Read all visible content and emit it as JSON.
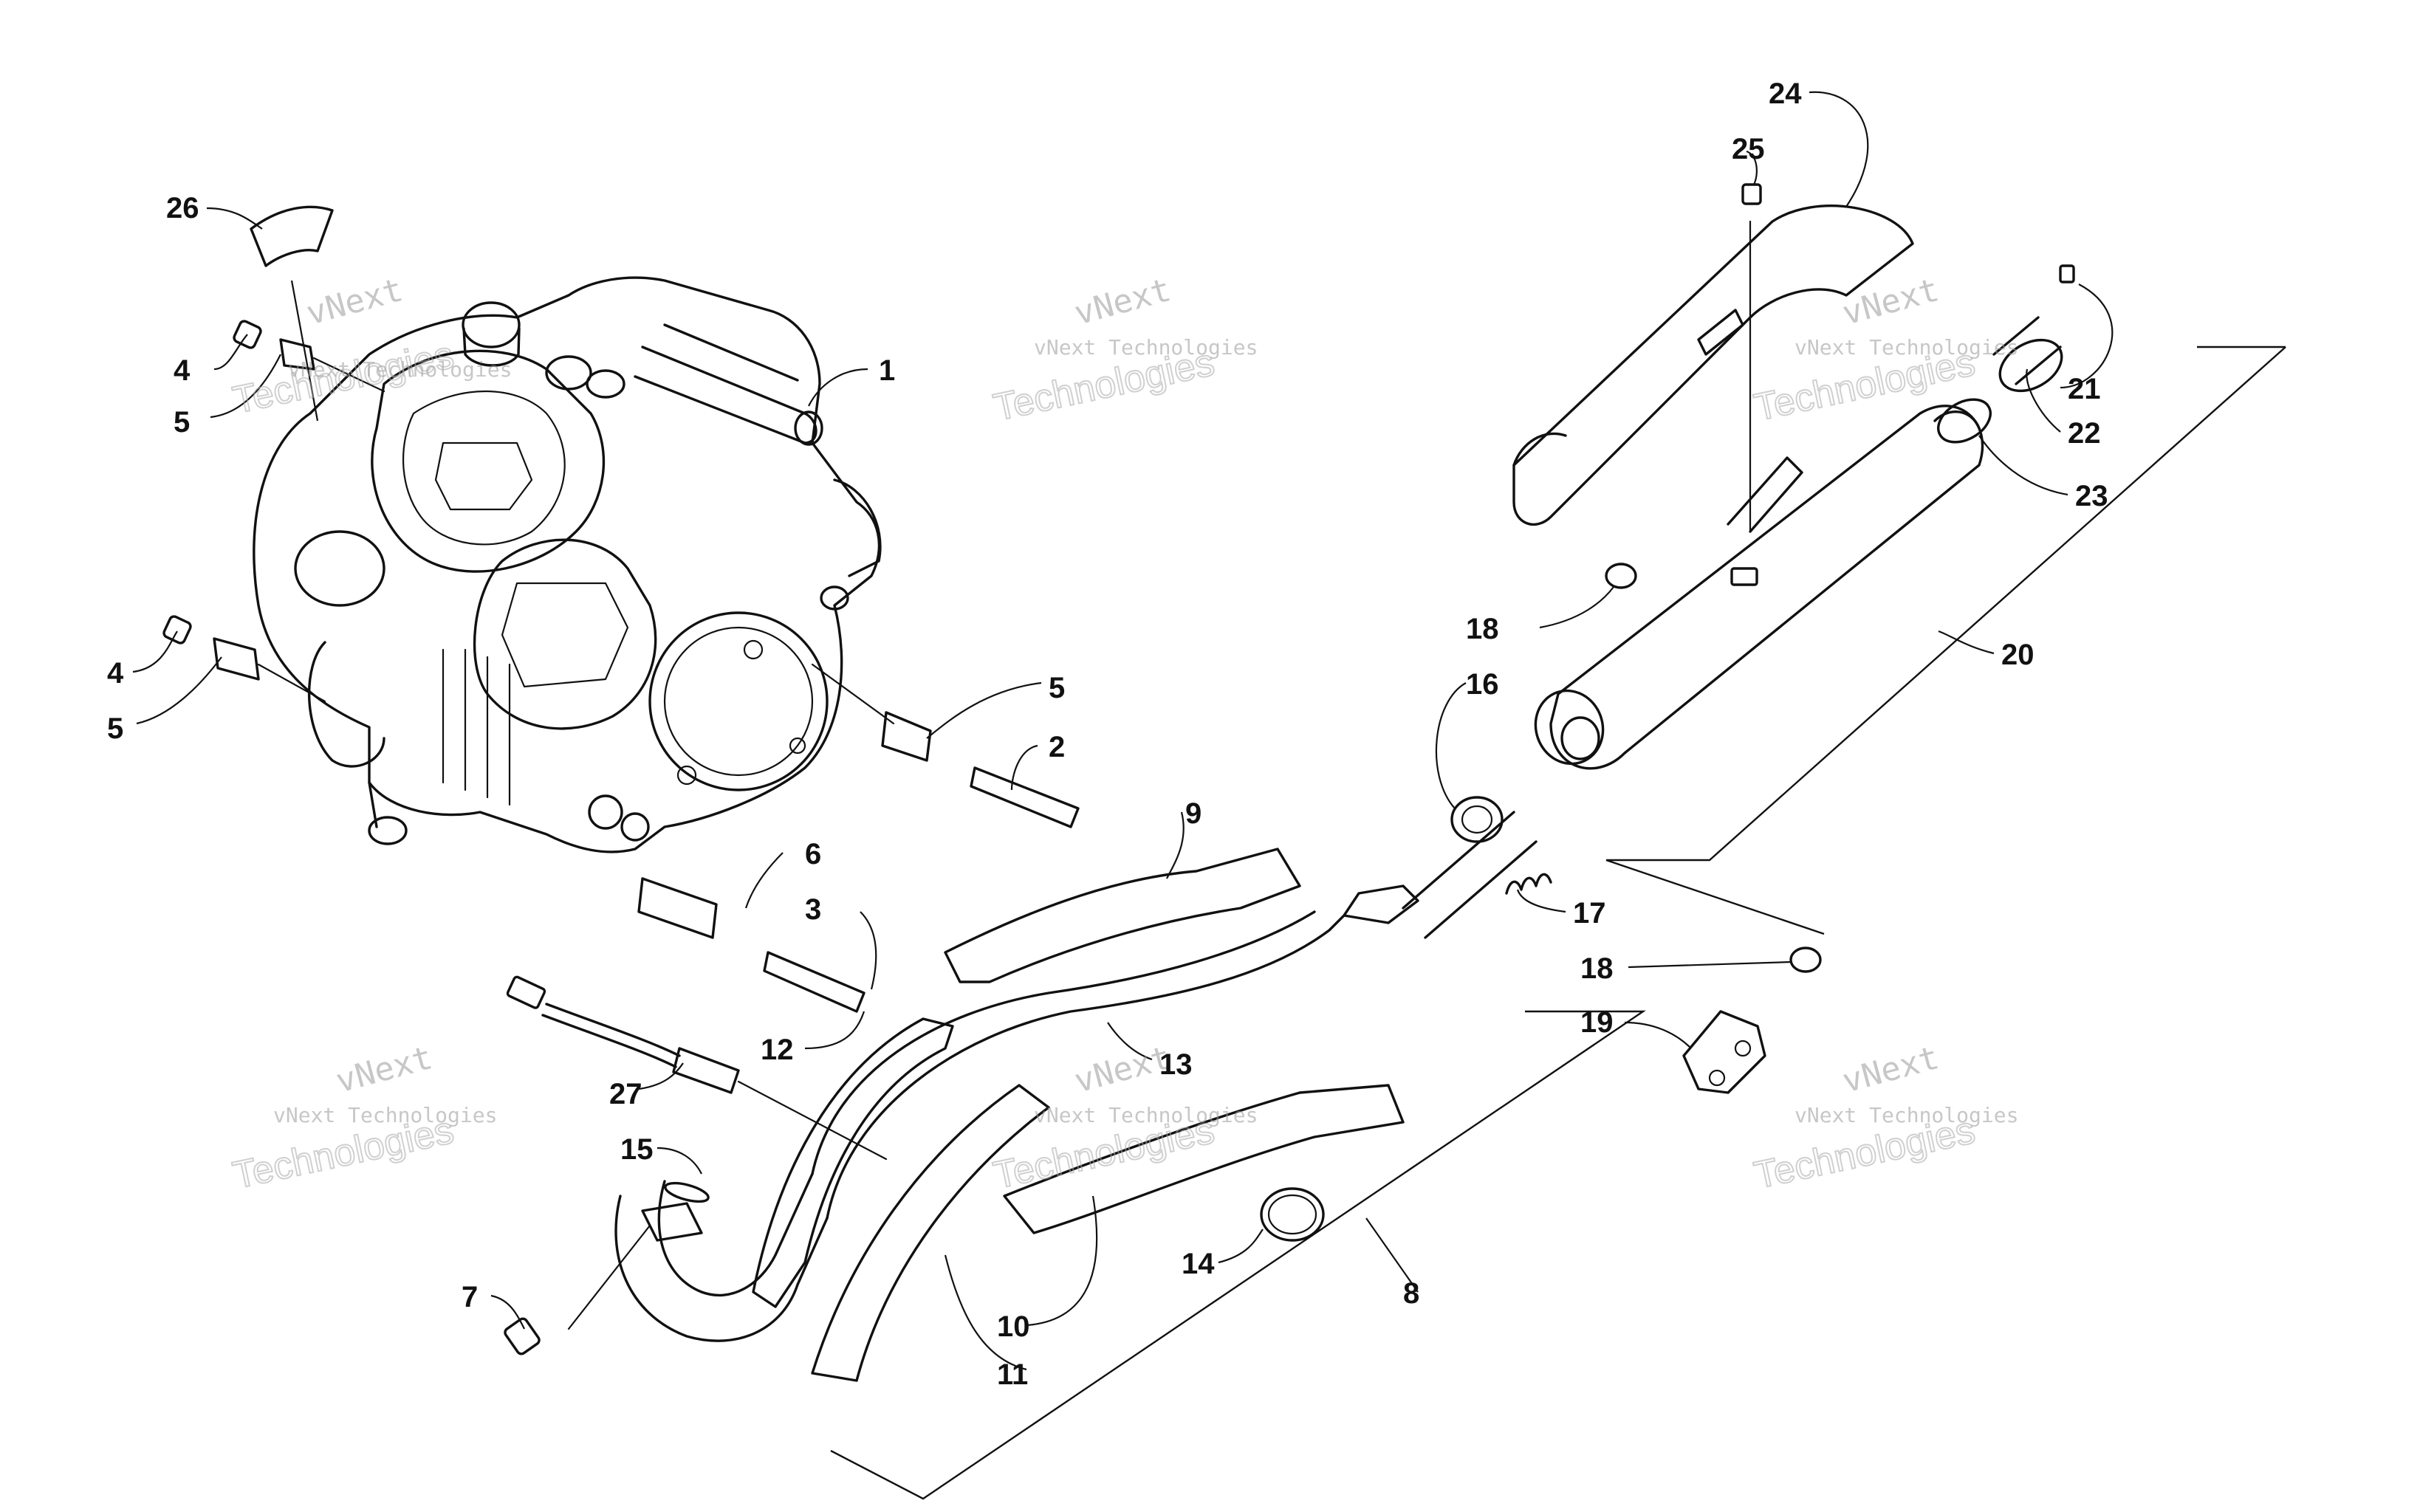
{
  "watermark": {
    "brand": "vNext",
    "brand_small": "vNext Technologies",
    "brand_large": "Technologies"
  },
  "callouts": {
    "c1": "1",
    "c2": "2",
    "c3": "3",
    "c4a": "4",
    "c4b": "4",
    "c5a": "5",
    "c5b": "5",
    "c5c": "5",
    "c6": "6",
    "c7": "7",
    "c8": "8",
    "c9": "9",
    "c10": "10",
    "c11": "11",
    "c12": "12",
    "c13": "13",
    "c14": "14",
    "c15": "15",
    "c16": "16",
    "c17": "17",
    "c18a": "18",
    "c18b": "18",
    "c19": "19",
    "c20": "20",
    "c21": "21",
    "c22": "22",
    "c23": "23",
    "c24": "24",
    "c25": "25",
    "c26": "26",
    "c27": "27"
  }
}
